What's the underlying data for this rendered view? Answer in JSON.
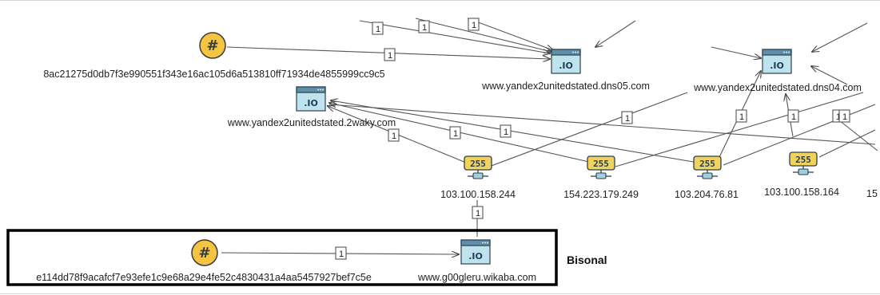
{
  "edge_label": "1",
  "colors": {
    "hash_fill": "#f5c542",
    "hash_stroke": "#3a3a3a",
    "domain_screen": "#bfe3ec",
    "domain_bar": "#5e8fa8",
    "ip_fill": "#f1d35b",
    "ip_text": "#1f3b5a",
    "ip_base": "#9fd0dc",
    "highlight_border": "#000000"
  },
  "nodes": {
    "hash1": {
      "label": "8ac21275d0db7f3e990551f343e16ac105d6a513810ff71934de4855999cc9c5",
      "glyph": "#"
    },
    "dns05": {
      "label": "www.yandex2unitedstated.dns05.com",
      "glyph": ".IO"
    },
    "dns04": {
      "label": "www.yandex2unitedstated.dns04.com",
      "glyph": ".IO"
    },
    "waky": {
      "label": "www.yandex2unitedstated.2waky.com",
      "glyph": ".IO"
    },
    "ip1": {
      "label": "103.100.158.244",
      "glyph": "255"
    },
    "ip2": {
      "label": "154.223.179.249",
      "glyph": "255"
    },
    "ip3": {
      "label": "103.204.76.81",
      "glyph": "255"
    },
    "ip4": {
      "label": "103.100.158.164",
      "glyph": "255"
    },
    "ip5": {
      "label": "15"
    },
    "hash2": {
      "label": "e114dd78f9acafcf7e93efe1c9e68a29e4fe52c4830431a4aa5457927bef7c5e",
      "glyph": "#"
    },
    "wikaba": {
      "label": "www.g00gleru.wikaba.com",
      "glyph": ".IO"
    }
  },
  "highlight": {
    "caption": "Bisonal"
  }
}
